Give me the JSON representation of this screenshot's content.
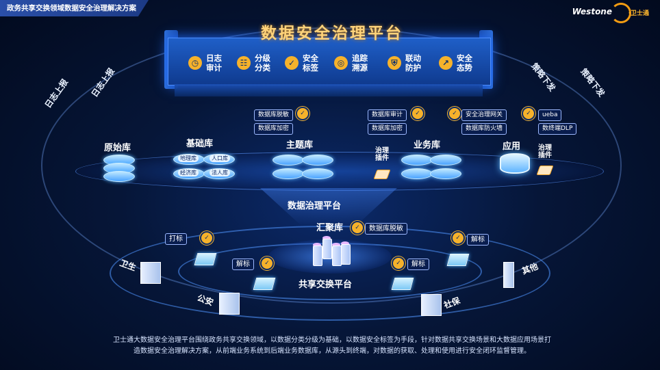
{
  "header": {
    "tab_title": "政务共享交换领域数据安全治理解决方案",
    "logo_text": "Westone",
    "logo_sub": "·卫士通"
  },
  "top_platform": {
    "title": "数据安全治理平台",
    "capabilities": [
      {
        "label": "日志审计",
        "icon": "clock-icon"
      },
      {
        "label": "分级分类",
        "icon": "hierarchy-icon"
      },
      {
        "label": "安全标签",
        "icon": "tag-icon"
      },
      {
        "label": "追踪溯源",
        "icon": "target-icon"
      },
      {
        "label": "联动防护",
        "icon": "shield-icon"
      },
      {
        "label": "安全态势",
        "icon": "trend-chart-icon"
      }
    ]
  },
  "side_labels": {
    "left_outer": "日志上报",
    "left_inner": "日志上报",
    "right_inner": "策略下发",
    "right_outer": "策略下发"
  },
  "middle_platform": {
    "title": "数据治理平台",
    "databases": {
      "raw": "原始库",
      "base": "基础库",
      "base_subs": [
        "地理库",
        "人口库",
        "经济库",
        "法人库"
      ],
      "topic": "主题库",
      "business": "业务库",
      "app": "应用"
    },
    "tags": {
      "topic": [
        "数据库脱敏",
        "数据库加密"
      ],
      "business": [
        "数据库审计",
        "数据库加密"
      ],
      "gateway": [
        "安全治理网关",
        "数据库防火墙"
      ],
      "app": [
        "ueba",
        "数终端DLP"
      ]
    },
    "plugin_label": "治理插件"
  },
  "exchange_platform": {
    "title": "共享交换平台",
    "hub_label": "汇聚库",
    "hub_tag": "数据库脱敏",
    "node_tags": {
      "stamp": "打标",
      "unstamp": "解标"
    },
    "endpoints": [
      "卫生",
      "公安",
      "社保",
      "其他"
    ]
  },
  "footer": {
    "line1": "卫士通大数据安全治理平台围绕政务共享交换领域，以数据分类分级为基础，以数据安全标签为手段，针对数据共享交换场景和大数据应用场景打",
    "line2": "造数据安全治理解决方案，从前端业务系统到后端业务数据库，从源头到终端，对数据的获取、处理和使用进行安全闭环监督管理。"
  },
  "colors": {
    "accent_gold": "#f6b22b",
    "title_gold": "#ffd37a",
    "panel_blue": "#1f5fc8"
  }
}
